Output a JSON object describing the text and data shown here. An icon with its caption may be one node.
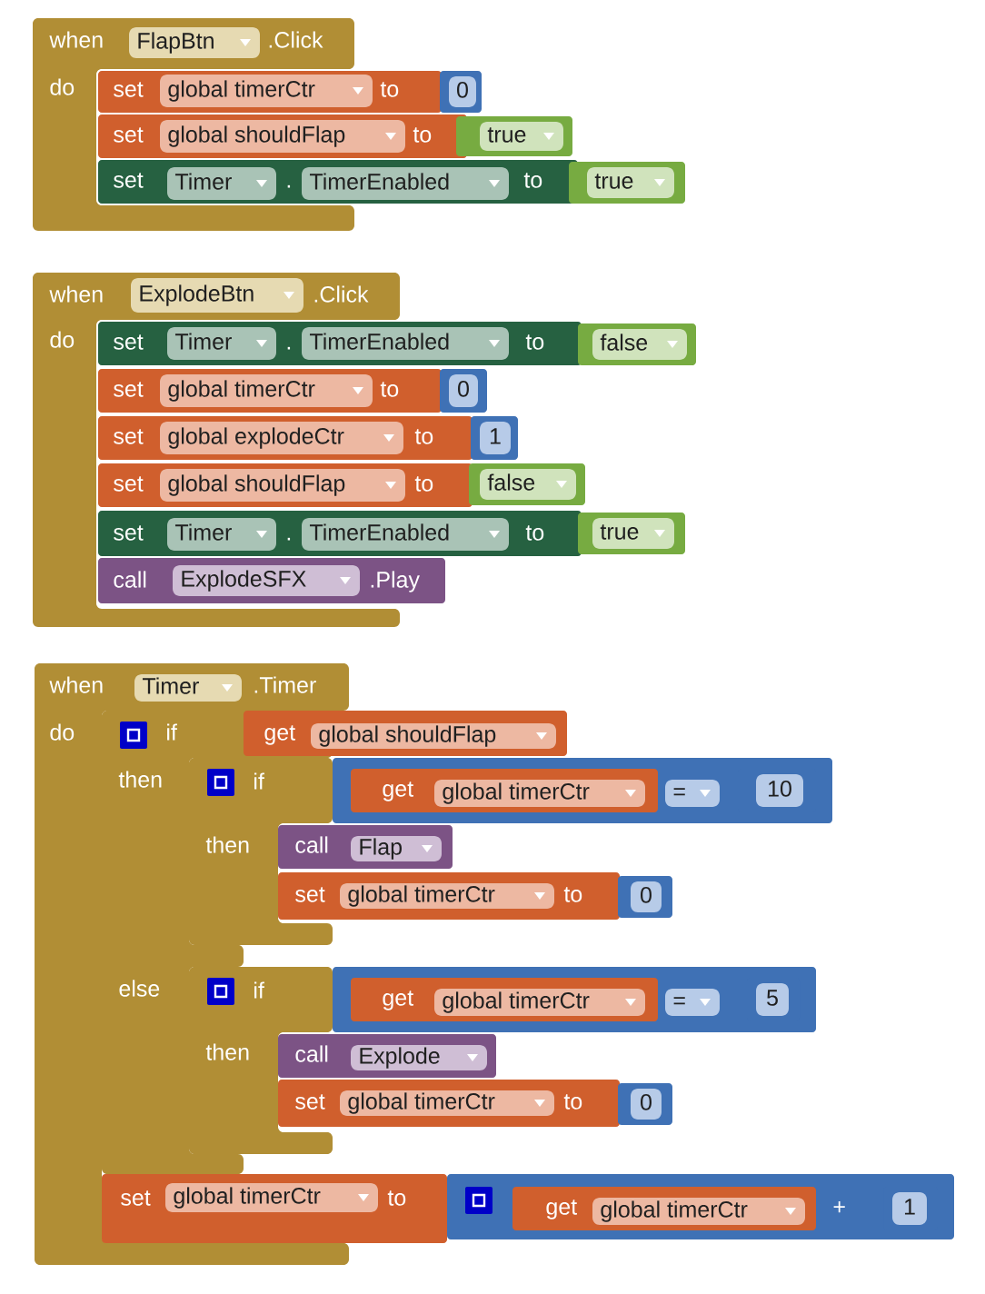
{
  "diagram": {
    "nodes": [
      {
        "text": [
          "when",
          ".Click",
          "do"
        ]
      },
      {
        "text": [
          "FlapBtn"
        ],
        "in": 0
      },
      {
        "text": [
          "set",
          "to"
        ]
      },
      {
        "text": [
          "global timerCtr"
        ],
        "in": 2
      },
      {
        "text": [
          "0"
        ]
      },
      {
        "text": [
          "set",
          "to"
        ]
      },
      {
        "text": [
          "global shouldFlap"
        ],
        "in": 5
      },
      {
        "text": [
          "true"
        ]
      },
      {
        "text": [
          "set",
          ".",
          "to"
        ]
      },
      {
        "text": [
          "Timer"
        ],
        "in": 8
      },
      {
        "text": [
          "TimerEnabled"
        ],
        "in": 8
      },
      {
        "text": [
          "true"
        ]
      },
      {
        "text": [
          "when",
          ".Click",
          "do"
        ]
      },
      {
        "text": [
          "ExplodeBtn"
        ],
        "in": 12
      },
      {
        "text": [
          "set",
          ".",
          "to"
        ]
      },
      {
        "text": [
          "Timer"
        ],
        "in": 14
      },
      {
        "text": [
          "TimerEnabled"
        ],
        "in": 14
      },
      {
        "text": [
          "false"
        ]
      },
      {
        "text": [
          "set",
          "to"
        ]
      },
      {
        "text": [
          "global timerCtr"
        ],
        "in": 18
      },
      {
        "text": [
          "0"
        ]
      },
      {
        "text": [
          "set",
          "to"
        ]
      },
      {
        "text": [
          "global explodeCtr"
        ],
        "in": 21
      },
      {
        "text": [
          "1"
        ]
      },
      {
        "text": [
          "set",
          "to"
        ]
      },
      {
        "text": [
          "global shouldFlap"
        ],
        "in": 24
      },
      {
        "text": [
          "false"
        ]
      },
      {
        "text": [
          "set",
          ".",
          "to"
        ]
      },
      {
        "text": [
          "Timer"
        ],
        "in": 27
      },
      {
        "text": [
          "TimerEnabled"
        ],
        "in": 27
      },
      {
        "text": [
          "true"
        ]
      },
      {
        "text": [
          "call",
          ".Play"
        ]
      },
      {
        "text": [
          "ExplodeSFX"
        ],
        "in": 31
      },
      {
        "text": [
          "when",
          ".Timer",
          "do"
        ]
      },
      {
        "text": [
          "Timer"
        ],
        "in": 33
      },
      {
        "text": [
          "if",
          "then",
          "else"
        ],
        "in": 33
      },
      {
        "text": [
          "get"
        ]
      },
      {
        "text": [
          "global shouldFlap"
        ],
        "in": 36
      },
      {
        "text": [
          "if",
          "then"
        ],
        "in": 35
      },
      {
        "text": [],
        "shape": "box"
      },
      {
        "text": [
          "get"
        ],
        "in": 39
      },
      {
        "text": [
          "global timerCtr"
        ],
        "in": 40
      },
      {
        "text": [
          "="
        ],
        "in": 39
      },
      {
        "text": [
          "10"
        ],
        "in": 39
      },
      {
        "text": [
          "call"
        ]
      },
      {
        "text": [
          "Flap"
        ],
        "in": 44
      },
      {
        "text": [
          "set",
          "to"
        ]
      },
      {
        "text": [
          "global timerCtr"
        ],
        "in": 46
      },
      {
        "text": [
          "0"
        ]
      },
      {
        "text": [
          "if",
          "then"
        ],
        "in": 35
      },
      {
        "text": [],
        "shape": "box"
      },
      {
        "text": [
          "get"
        ],
        "in": 50
      },
      {
        "text": [
          "global timerCtr"
        ],
        "in": 51
      },
      {
        "text": [
          "="
        ],
        "in": 50
      },
      {
        "text": [
          "5"
        ],
        "in": 50
      },
      {
        "text": [
          "call"
        ]
      },
      {
        "text": [
          "Explode"
        ],
        "in": 55
      },
      {
        "text": [
          "set",
          "to"
        ]
      },
      {
        "text": [
          "global timerCtr"
        ],
        "in": 57
      },
      {
        "text": [
          "0"
        ]
      },
      {
        "text": [
          "set",
          "to"
        ]
      },
      {
        "text": [
          "global timerCtr"
        ],
        "in": 60
      },
      {
        "text": [
          "+"
        ]
      },
      {
        "text": [
          "get"
        ],
        "in": 62
      },
      {
        "text": [
          "global timerCtr"
        ],
        "in": 63
      },
      {
        "text": [
          "1"
        ],
        "in": 62
      }
    ]
  }
}
